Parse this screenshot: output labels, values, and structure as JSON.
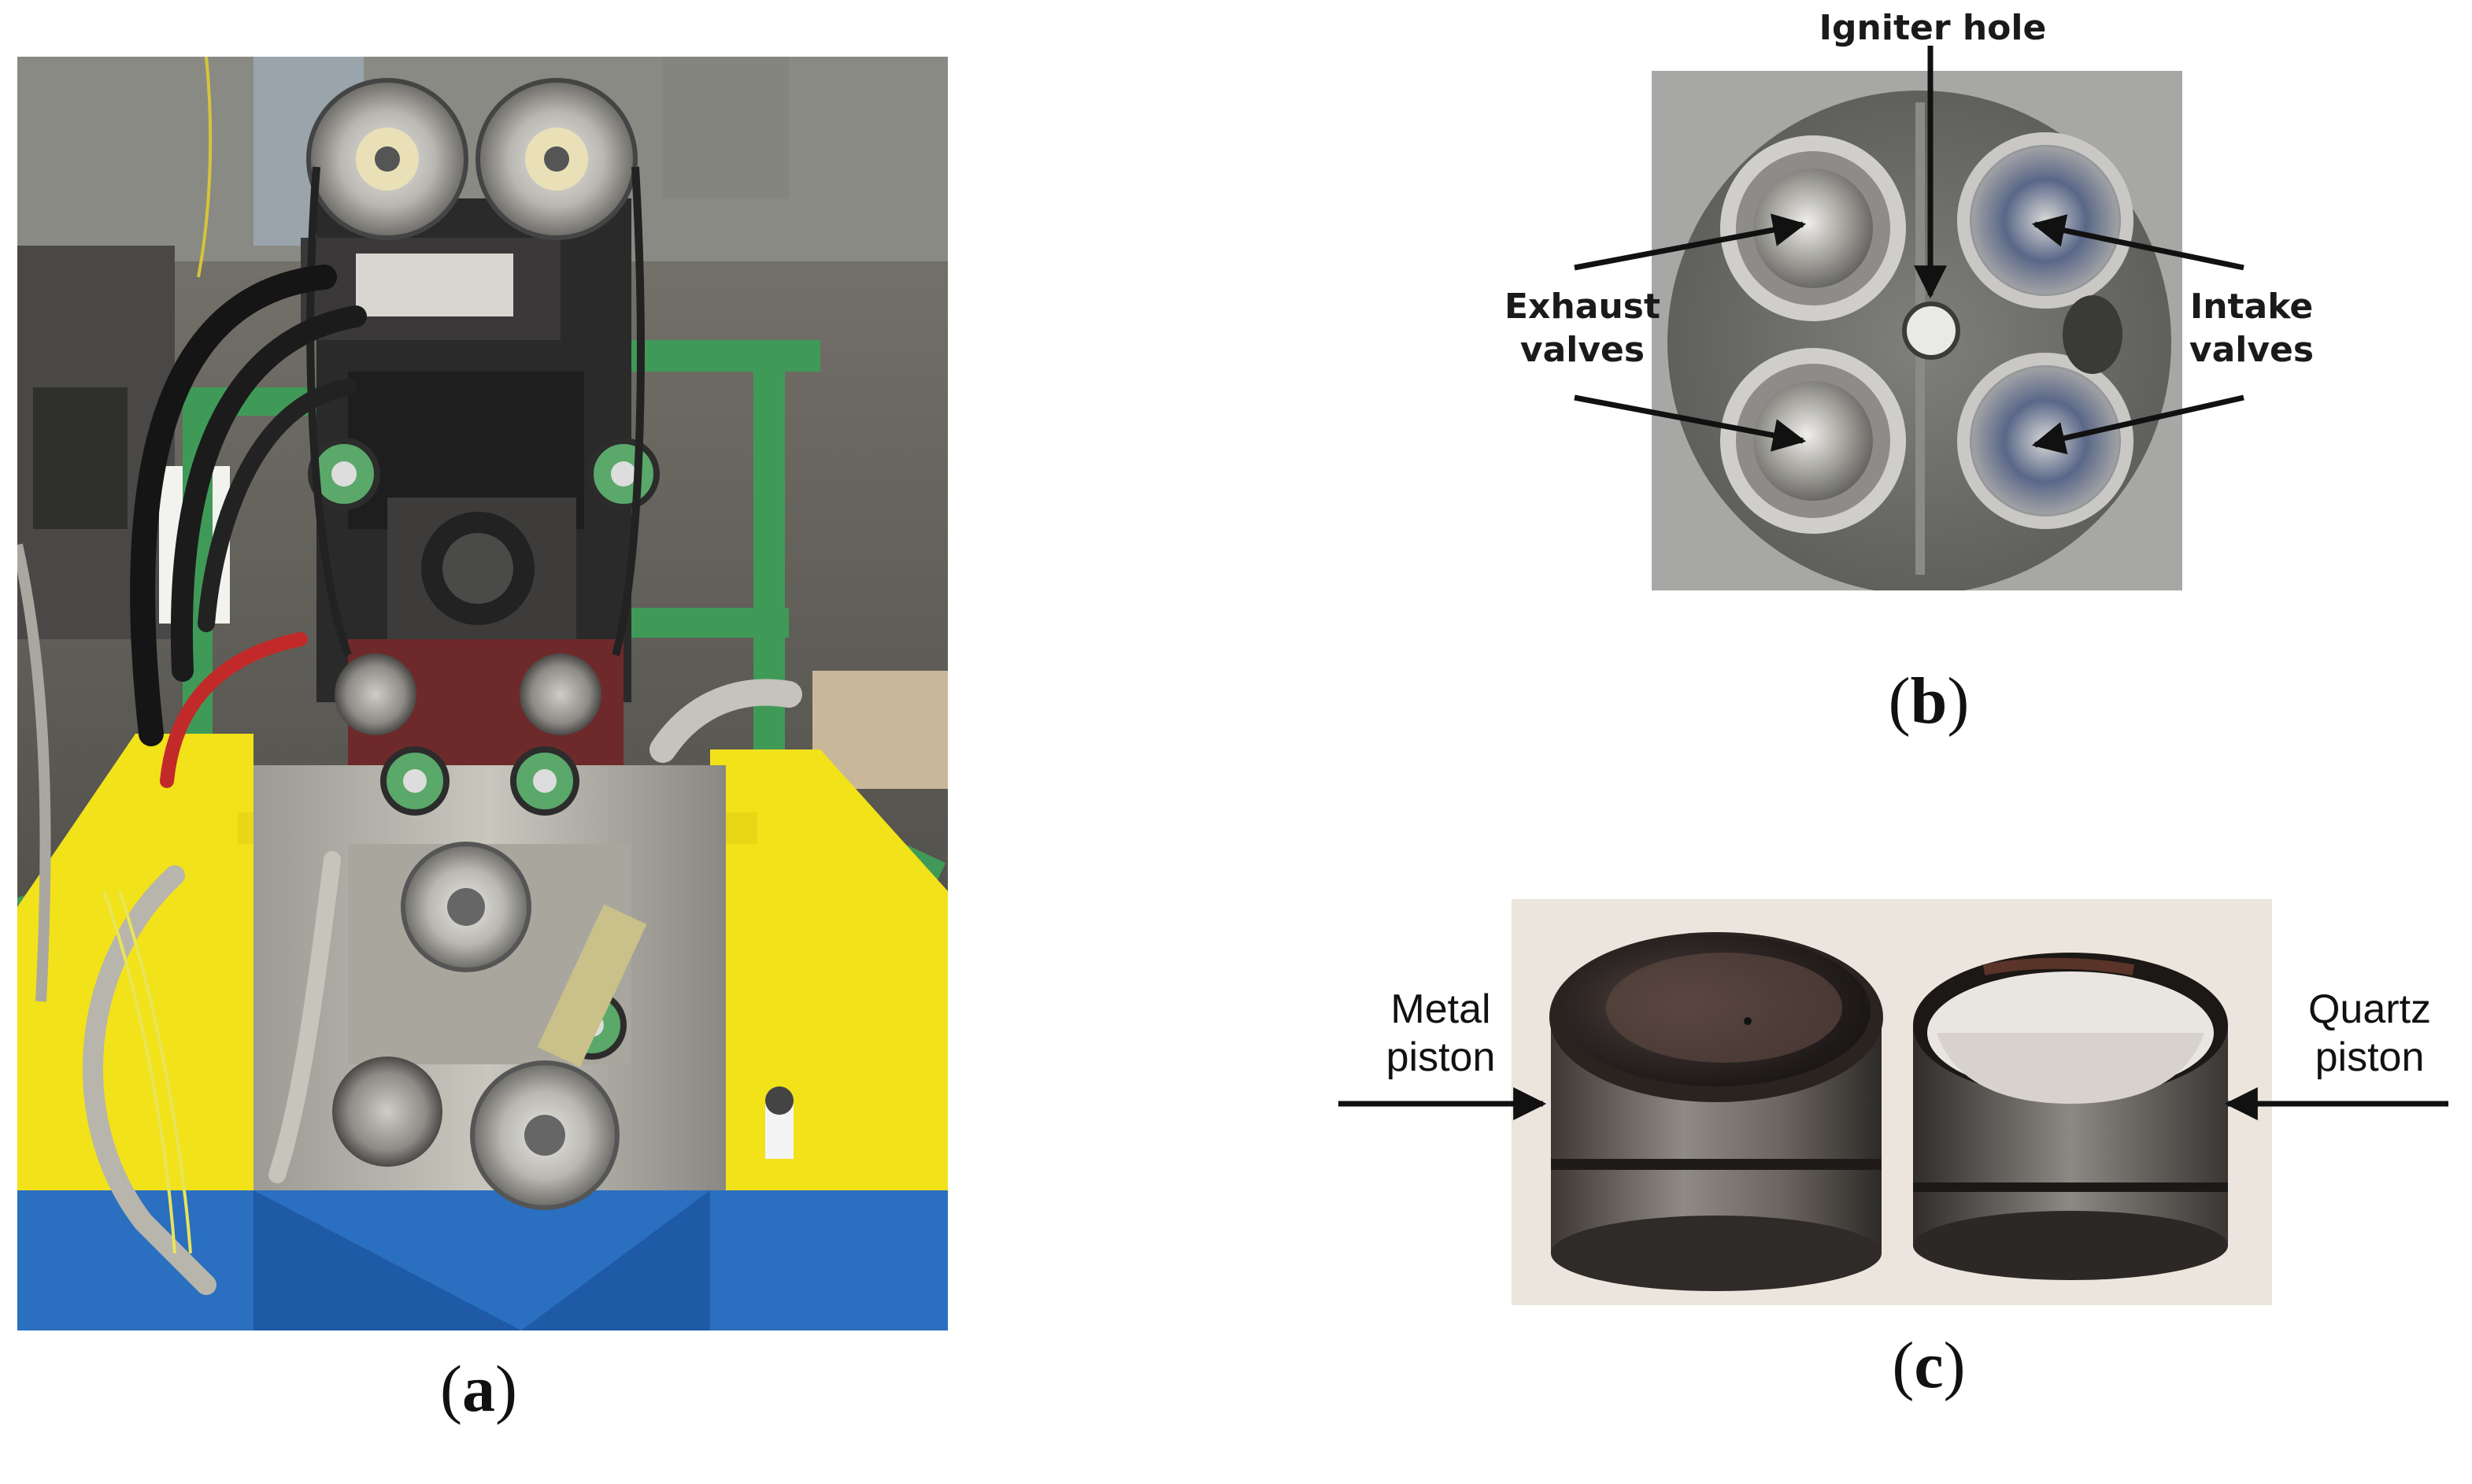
{
  "figure": {
    "panels": [
      {
        "id": "a",
        "letter": "a"
      },
      {
        "id": "b",
        "letter": "b"
      },
      {
        "id": "c",
        "letter": "c"
      }
    ],
    "panel_b_labels": {
      "igniter": "Igniter hole",
      "exhaust_line1": "Exhaust",
      "exhaust_line2": "valves",
      "intake_line1": "Intake",
      "intake_line2": "valves"
    },
    "panel_c_labels": {
      "metal_line1": "Metal",
      "metal_line2": "piston",
      "quartz_line1": "Quartz",
      "quartz_line2": "piston"
    }
  }
}
